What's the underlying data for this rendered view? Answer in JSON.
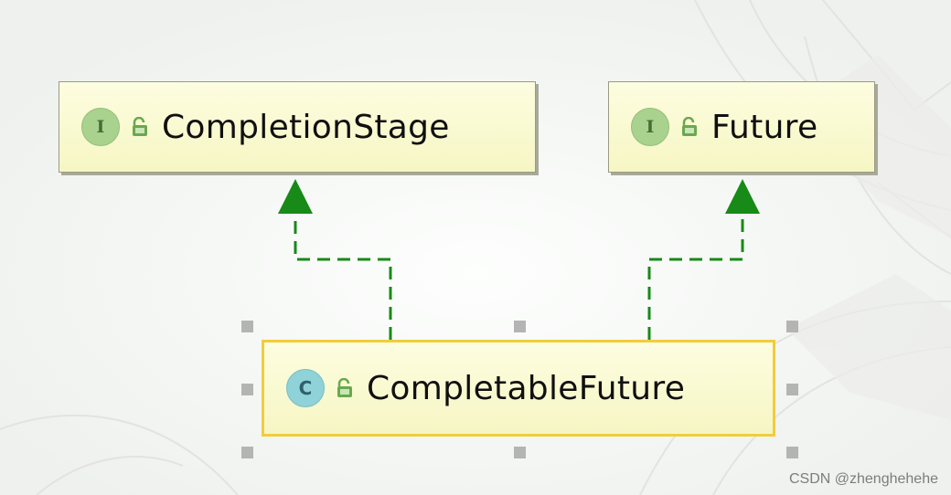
{
  "nodes": {
    "completion_stage": {
      "name": "CompletionStage",
      "badge": "I",
      "kind": "interface"
    },
    "future": {
      "name": "Future",
      "badge": "I",
      "kind": "interface"
    },
    "completable_future": {
      "name": "CompletableFuture",
      "badge": "C",
      "kind": "class"
    }
  },
  "edges": [
    {
      "from": "CompletableFuture",
      "to": "CompletionStage",
      "relation": "implements",
      "style": "dashed",
      "color": "#178a17"
    },
    {
      "from": "CompletableFuture",
      "to": "Future",
      "relation": "implements",
      "style": "dashed",
      "color": "#178a17"
    }
  ],
  "selected_node": "CompletableFuture",
  "watermark": "CSDN @zhenghehehe",
  "colors": {
    "node_fill": "#f9f9cf",
    "selection_border": "#f0cd3a",
    "interface_badge": "#a9d28e",
    "class_badge": "#8fd2d8",
    "edge": "#178a17",
    "lock": "#6aa84f"
  }
}
